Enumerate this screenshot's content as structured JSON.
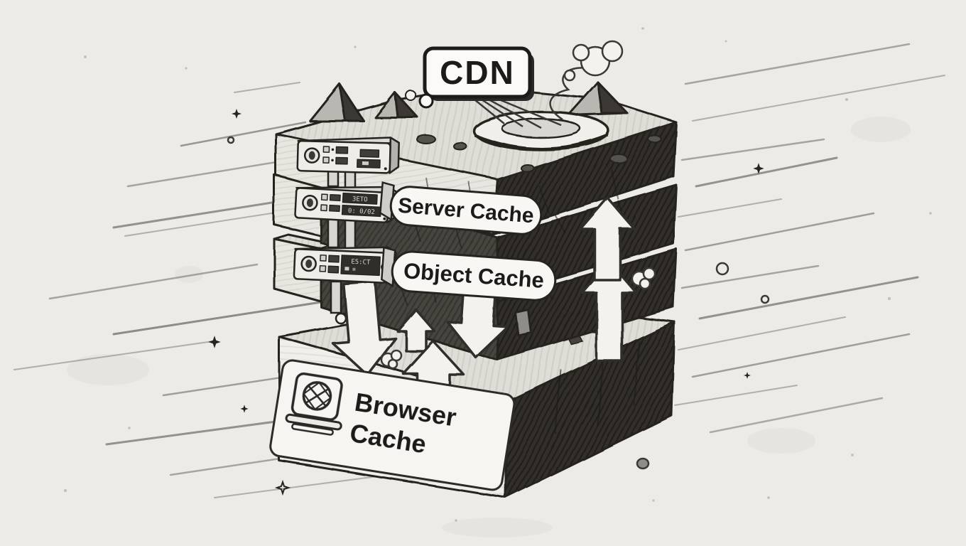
{
  "scene": {
    "cdn": {
      "label": "CDN"
    },
    "layers": {
      "server_cache": "Server Cache",
      "object_cache": "Object Cache",
      "browser_line1": "Browser",
      "browser_line2": "Cache"
    },
    "lcd": {
      "unit2_top": "3ETO",
      "unit2_bottom": "0: 0/02",
      "unit3_top": "E5:CT"
    },
    "icons": [
      "speech-bubble",
      "smoke-cloud",
      "launch-pad",
      "mountain",
      "server-rack-unit",
      "lcd-display",
      "power-knob",
      "block-arrow-down",
      "block-arrow-up",
      "sparkle-star",
      "laptop-globe-icon"
    ],
    "colors": {
      "paper": "#edebe7",
      "ink": "#26241f",
      "rock_dark": "#474540",
      "rock_darker": "#312f2b",
      "rock_light": "#e8e6e1",
      "label_bg": "#f8f7f4"
    }
  }
}
